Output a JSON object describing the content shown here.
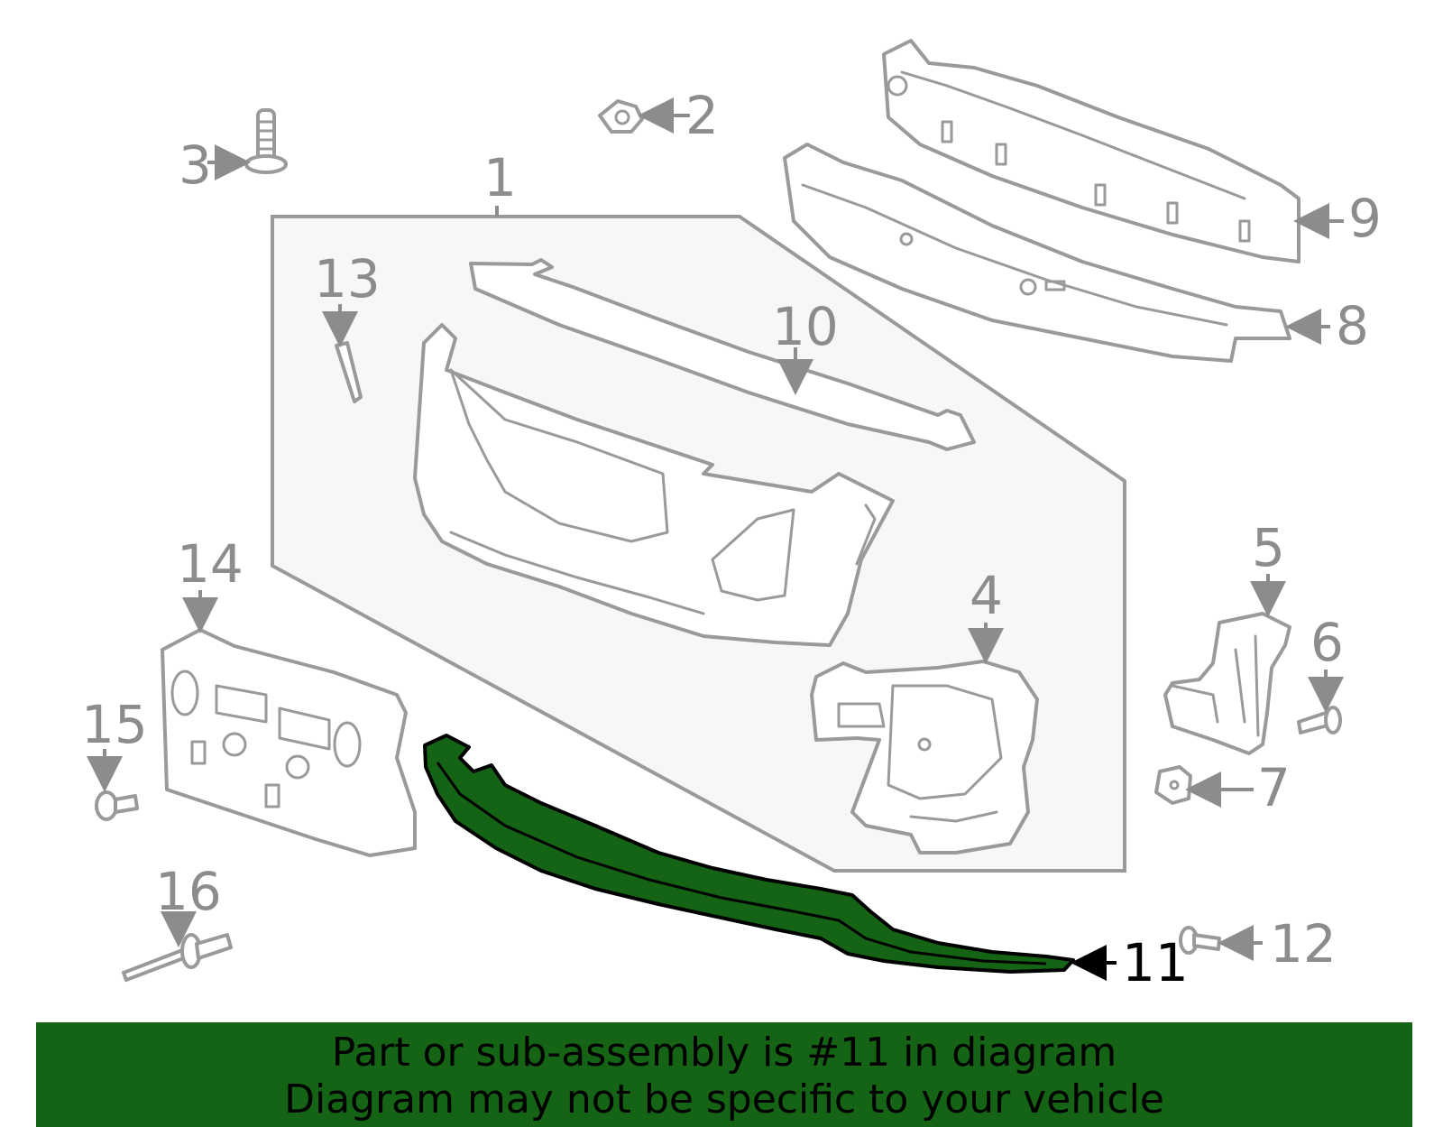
{
  "diagram": {
    "highlight_color": "#156315",
    "callouts": {
      "c1": "1",
      "c2": "2",
      "c3": "3",
      "c4": "4",
      "c5": "5",
      "c6": "6",
      "c7": "7",
      "c8": "8",
      "c9": "9",
      "c10": "10",
      "c11": "11",
      "c12": "12",
      "c13": "13",
      "c14": "14",
      "c15": "15",
      "c16": "16"
    },
    "highlighted_part": "11"
  },
  "banner": {
    "line1": "Part or sub-assembly is #11 in diagram",
    "line2": "Diagram may not be specific to your vehicle",
    "background": "#156315"
  }
}
